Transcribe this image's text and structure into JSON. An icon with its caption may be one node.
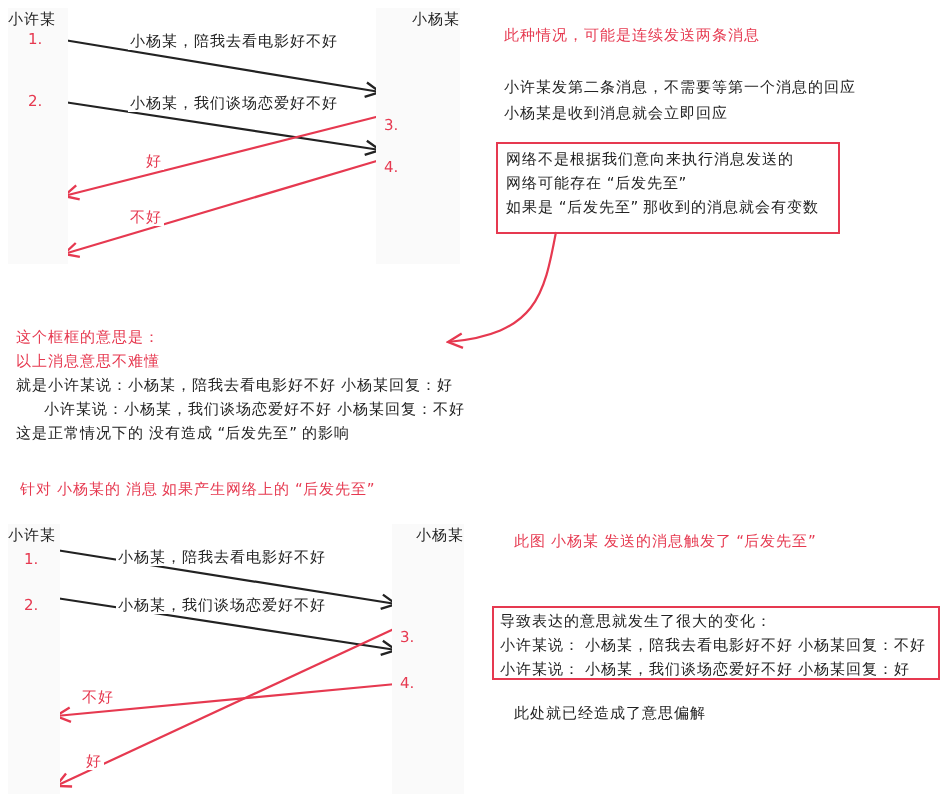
{
  "diagram": {
    "nodes": [
      {
        "text": [
          "小许某"
        ]
      },
      {
        "text": [
          "小杨某"
        ]
      },
      {
        "text": [
          "网络不是根据我们意向来执行消息发送的",
          "网络可能存在 “后发先至”",
          "如果是 “后发先至” 那收到的消息就会有变数"
        ]
      },
      {
        "text": [
          "这个框框的意思是：",
          "以上消息意思不难懂",
          "就是小许某说：小杨某，陪我去看电影好不好    小杨某回复：好",
          "小许某说：小杨某，我们谈场恋爱好不好    小杨某回复：不好",
          "这是正常情况下的  没有造成 “后发先至” 的影响"
        ]
      },
      {
        "text": [
          "小许某"
        ]
      },
      {
        "text": [
          "小杨某"
        ]
      },
      {
        "text": [
          "导致表达的意思就发生了很大的变化：",
          "小许某说：  小杨某，陪我去看电影好不好  小杨某回复：不好",
          "小许某说：  小杨某，我们谈场恋爱好不好  小杨某回复：好"
        ]
      }
    ],
    "edges": [
      {
        "from": 0,
        "to": 1,
        "arrow": "to",
        "label": "小杨某，陪我去看电影好不好",
        "color": "#222222"
      },
      {
        "from": 0,
        "to": 1,
        "arrow": "to",
        "label": "小杨某，我们谈场恋爱好不好",
        "color": "#222222"
      },
      {
        "from": 1,
        "to": 0,
        "arrow": "to",
        "label": "好",
        "color": "#e63950"
      },
      {
        "from": 1,
        "to": 0,
        "arrow": "to",
        "label": "不好",
        "color": "#e63950"
      },
      {
        "from": 2,
        "to": 3,
        "arrow": "to",
        "color": "#e63950"
      },
      {
        "from": 4,
        "to": 5,
        "arrow": "to",
        "label": "小杨某，陪我去看电影好不好",
        "color": "#222222"
      },
      {
        "from": 4,
        "to": 5,
        "arrow": "to",
        "label": "小杨某，我们谈场恋爱好不好",
        "color": "#222222"
      },
      {
        "from": 5,
        "to": 4,
        "arrow": "to",
        "label": "不好",
        "color": "#e63950"
      },
      {
        "from": 5,
        "to": 4,
        "arrow": "to",
        "label": "好",
        "color": "#e63950"
      }
    ],
    "labels": [
      "1.",
      "2.",
      "3.",
      "4.",
      "此种情况，可能是连续发送两条消息",
      "小许某发第二条消息，不需要等第一个消息的回应",
      "小杨某是收到消息就会立即回应",
      "针对 小杨某的 消息 如果产生网络上的 “后发先至”",
      "1.",
      "2.",
      "3.",
      "4.",
      "此图 小杨某 发送的消息触发了 “后发先至”",
      "此处就已经造成了意思偏解"
    ]
  }
}
